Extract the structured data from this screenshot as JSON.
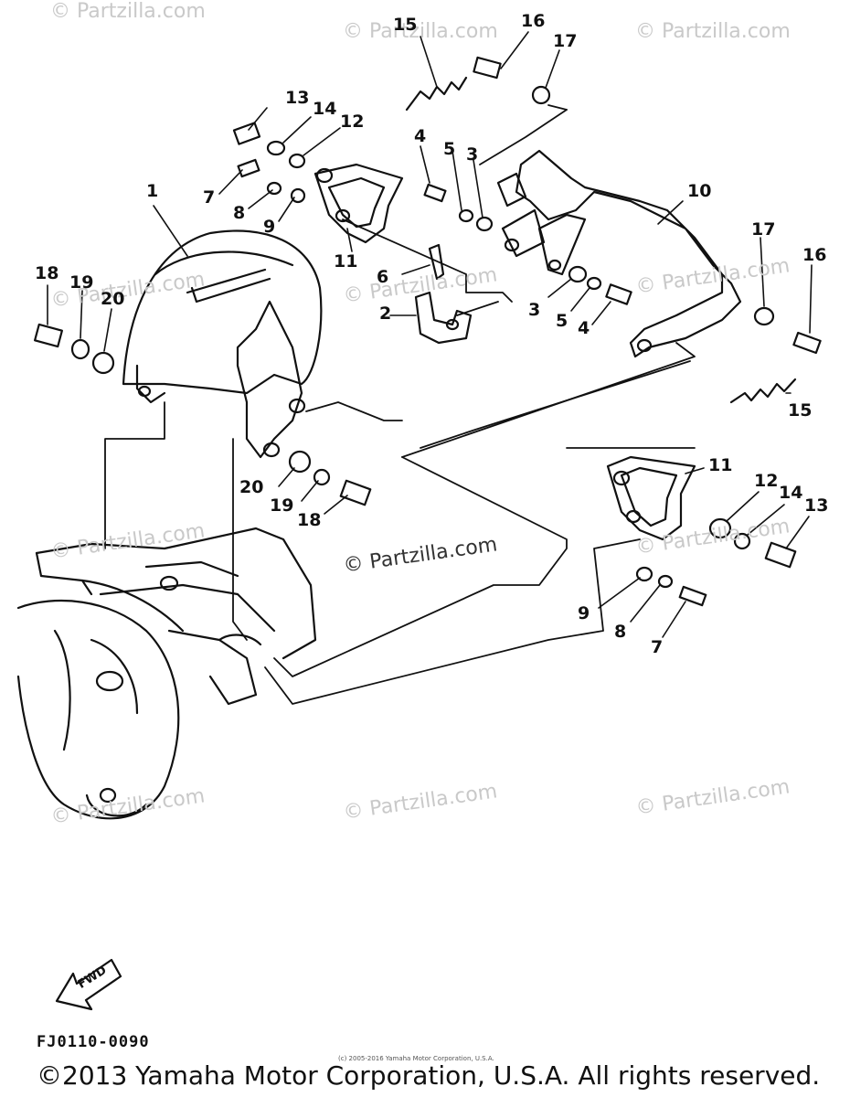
{
  "watermarks": {
    "text": "© Partzilla.com",
    "center_text": "© Partzilla.com"
  },
  "callouts": {
    "c1": "1",
    "c2": "2",
    "c3a": "3",
    "c3b": "3",
    "c4a": "4",
    "c4b": "4",
    "c5a": "5",
    "c5b": "5",
    "c6": "6",
    "c7a": "7",
    "c7b": "7",
    "c8a": "8",
    "c8b": "8",
    "c9a": "9",
    "c9b": "9",
    "c10": "10",
    "c11a": "11",
    "c11b": "11",
    "c12a": "12",
    "c12b": "12",
    "c13a": "13",
    "c13b": "13",
    "c14a": "14",
    "c14b": "14",
    "c15a": "15",
    "c15b": "15",
    "c16a": "16",
    "c16b": "16",
    "c17a": "17",
    "c17b": "17",
    "c18a": "18",
    "c18b": "18",
    "c19a": "19",
    "c19b": "19",
    "c20a": "20",
    "c20b": "20"
  },
  "direction_arrow": {
    "label": "FWD"
  },
  "figure_code": "FJ0110-0090",
  "small_copyright": "(c) 2005-2016 Yamaha Motor Corporation, U.S.A.",
  "copyright": "©2013 Yamaha Motor Corporation, U.S.A. All rights reserved."
}
